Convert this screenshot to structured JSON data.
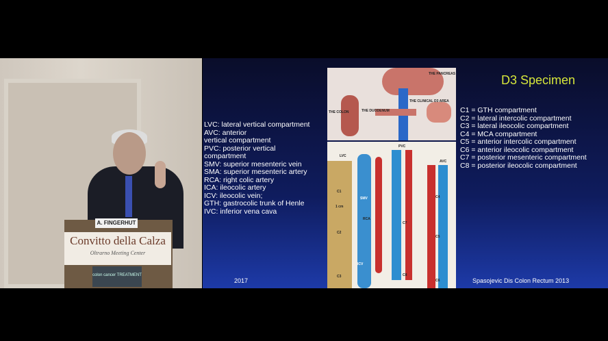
{
  "camera": {
    "nameplate": "A. FINGERHUT",
    "banner_title": "Convitto della Calza",
    "banner_subtitle": "Oltrarno Meeting Center",
    "podium_logo": "colon cancer TREATMENT"
  },
  "slide": {
    "title": "D3 Specimen",
    "abbreviations": [
      "LVC: lateral vertical compartment",
      "AVC: anterior",
      "vertical compartment",
      "PVC: posterior vertical",
      "compartment",
      "SMV: superior mesenteric vein",
      "SMA: superior mesenteric artery",
      "RCA: right colic artery",
      "ICA: ileocolic artery",
      "ICV: ileocolic vein;",
      "GTH: gastrocolic trunk of Henle",
      "IVC: inferior vena cava"
    ],
    "compartments": [
      "C1 = GTH compartment",
      "C2 = lateral intercolic compartment",
      "C3 = lateral ileocolic compartment",
      "C4 = MCA compartment",
      "C5 = anterior intercolic compartment",
      "C6 = anterior ileocolic compartment",
      "C7 = posterior mesenteric compartment",
      "C8 = posterior ileocolic compartment"
    ],
    "year": "2017",
    "citation": "Spasojevic Dis Colon Rectum 2013",
    "figure_labels": {
      "pancreas": "THE PANCREAS",
      "colon": "THE COLON",
      "duodenum": "THE DUODENUM",
      "d3": "THE CLINICAL D3 AREA",
      "lvc": "LVC",
      "pvc": "PVC",
      "avc": "AVC",
      "smv": "SMV",
      "rca": "RCA",
      "icv": "ICV",
      "cm": "1 cm",
      "c1": "C1",
      "c2": "C2",
      "c3": "C3",
      "c4": "C4",
      "c5": "C5",
      "c6": "C6",
      "c7": "C7",
      "c8": "C8"
    }
  }
}
